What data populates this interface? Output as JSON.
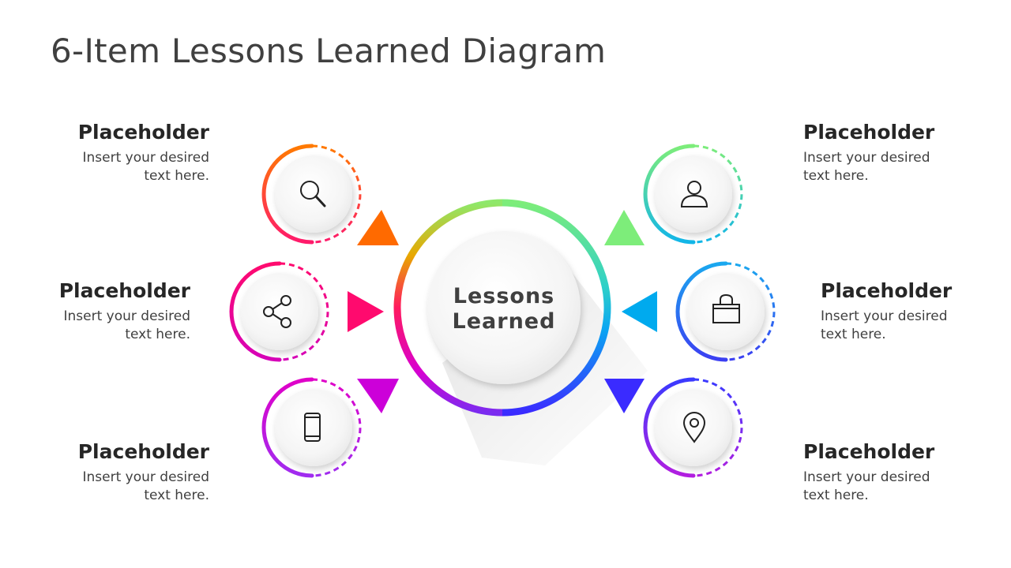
{
  "title": "6-Item Lessons Learned Diagram",
  "center": {
    "line1": "Lessons",
    "line2": "Learned"
  },
  "items": [
    {
      "id": "top-left",
      "icon": "search-icon",
      "heading": "Placeholder",
      "body_line1": "Insert your desired",
      "body_line2": "text here.",
      "color_start": "#ff7a00",
      "color_end": "#ff1a6b"
    },
    {
      "id": "middle-left",
      "icon": "share-icon",
      "heading": "Placeholder",
      "body_line1": "Insert your desired",
      "body_line2": "text here.",
      "color_start": "#ff0a6e",
      "color_end": "#d600b8"
    },
    {
      "id": "bottom-left",
      "icon": "smartphone-icon",
      "heading": "Placeholder",
      "body_line1": "Insert your desired",
      "body_line2": "text here.",
      "color_start": "#e000c8",
      "color_end": "#a02cf0"
    },
    {
      "id": "top-right",
      "icon": "user-icon",
      "heading": "Placeholder",
      "body_line1": "Insert your desired",
      "body_line2": "text here.",
      "color_start": "#7ded7a",
      "color_end": "#12b6e8"
    },
    {
      "id": "middle-right",
      "icon": "shopping-bag-icon",
      "heading": "Placeholder",
      "body_line1": "Insert your desired",
      "body_line2": "text here.",
      "color_start": "#1aa8ef",
      "color_end": "#3b3ff2"
    },
    {
      "id": "bottom-right",
      "icon": "location-pin-icon",
      "heading": "Placeholder",
      "body_line1": "Insert your desired",
      "body_line2": "text here.",
      "color_start": "#3a3aff",
      "color_end": "#b21ee0"
    }
  ],
  "arrow_colors": {
    "top-left": "#ff6a00",
    "middle-left": "#ff0a6e",
    "bottom-left": "#cc00d9",
    "top-right": "#7ded7a",
    "middle-right": "#00aaee",
    "bottom-right": "#3a2bff"
  }
}
